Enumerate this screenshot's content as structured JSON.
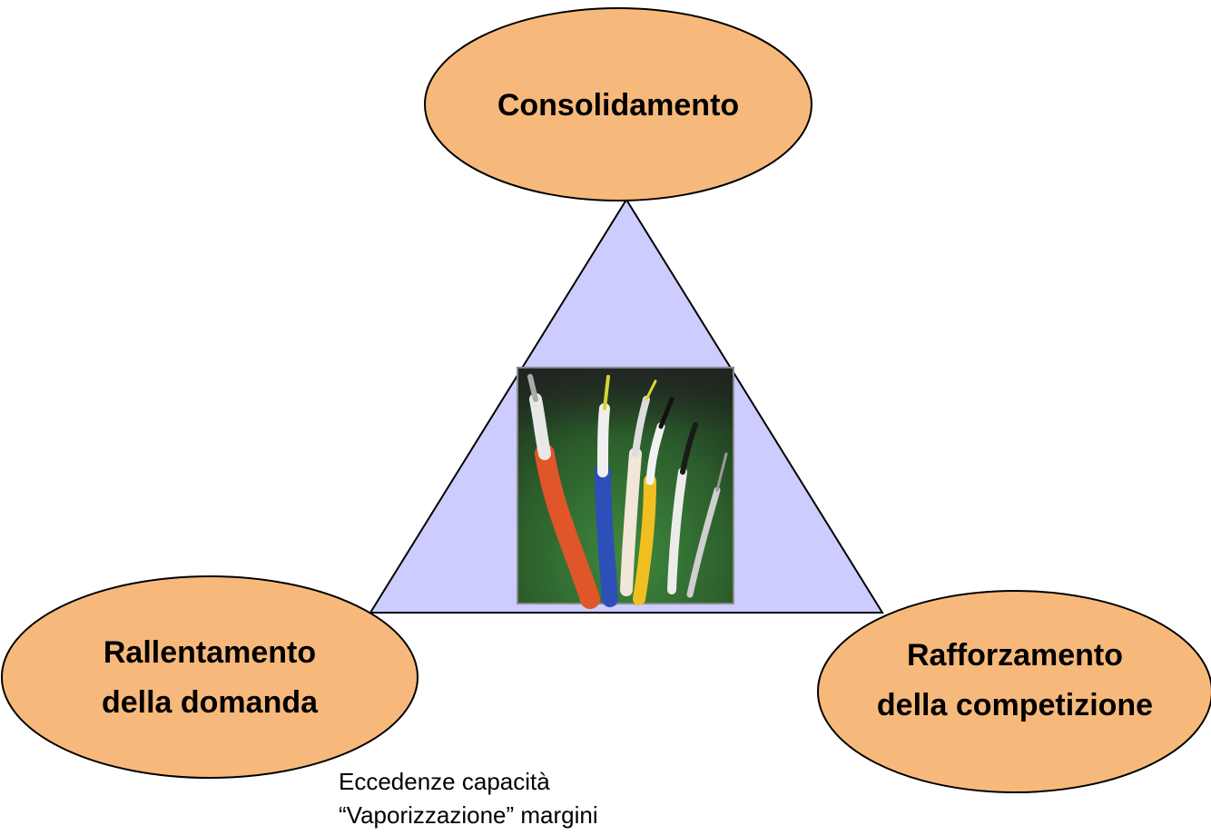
{
  "colors": {
    "ellipse_fill": "#F7B97B",
    "ellipse_stroke": "#000000",
    "triangle_fill": "#CCCCFF",
    "triangle_stroke": "#000000",
    "label_text": "#000000"
  },
  "nodes": {
    "top": {
      "label": "Consolidamento"
    },
    "left": {
      "line1": "Rallentamento",
      "line2": "della domanda"
    },
    "right": {
      "line1": "Rafforzamento",
      "line2": "della competizione"
    }
  },
  "notes": {
    "line1": "Eccedenze capacità",
    "line2": "“Vaporizzazione” margini"
  },
  "center_image": {
    "icon": "cables-photo"
  }
}
